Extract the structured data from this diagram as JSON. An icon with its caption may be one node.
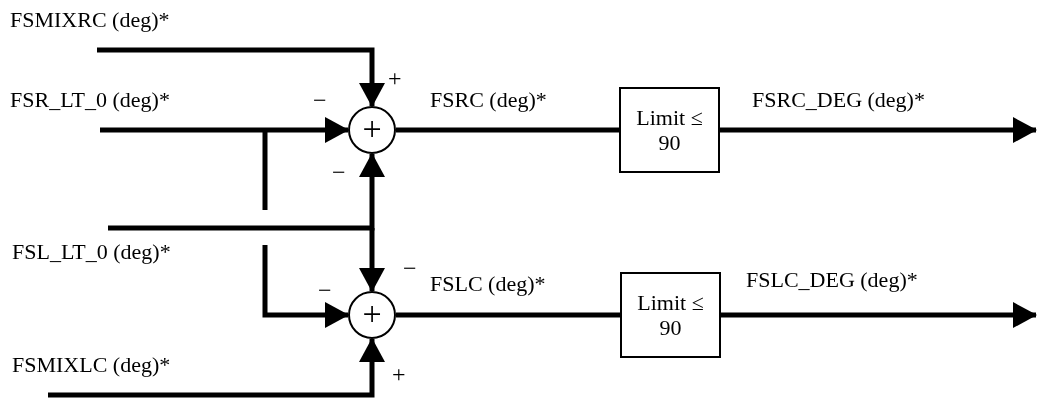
{
  "diagram": {
    "nodes": [
      {
        "text": [
          "+"
        ]
      },
      {
        "text": [
          "+"
        ]
      },
      {
        "text": [
          "Limit ≤ 90"
        ]
      },
      {
        "text": [
          "Limit ≤ 90"
        ]
      }
    ],
    "edges": [
      {
        "from": null,
        "to": 0,
        "arrow": "to",
        "label": "FSMIXRC (deg)*"
      },
      {
        "from": null,
        "to": 0,
        "arrow": "to",
        "label": "FSR_LT_0 (deg)*"
      },
      {
        "from": null,
        "to": 1,
        "arrow": "to"
      },
      {
        "from": null,
        "to": 0,
        "arrow": "to",
        "label": "FSL_LT_0 (deg)*"
      },
      {
        "from": null,
        "to": 1,
        "arrow": "to"
      },
      {
        "from": null,
        "to": 1,
        "arrow": "to",
        "label": "FSMIXLC (deg)*"
      },
      {
        "from": 0,
        "to": 2,
        "arrow": "none",
        "label": "FSRC (deg)*"
      },
      {
        "from": 1,
        "to": 3,
        "arrow": "none",
        "label": "FSLC (deg)*"
      },
      {
        "from": 2,
        "to": null,
        "arrow": "to",
        "label": "FSRC_DEG (deg)*"
      },
      {
        "from": 3,
        "to": null,
        "arrow": "to",
        "label": "FSLC_DEG (deg)*"
      }
    ],
    "labels": [
      "+",
      "−",
      "−",
      "−",
      "−",
      "+"
    ]
  }
}
